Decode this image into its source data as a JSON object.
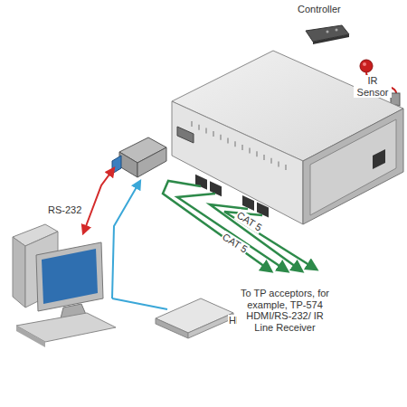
{
  "diagram": {
    "labels": [
      "Controller",
      "IR Sensor",
      "RS-232",
      "HDMI",
      "CAT 5",
      "CAT 5",
      "To TP acceptors, for example, TP-574 HDMI/RS-232/ IR Line Receiver"
    ]
  }
}
